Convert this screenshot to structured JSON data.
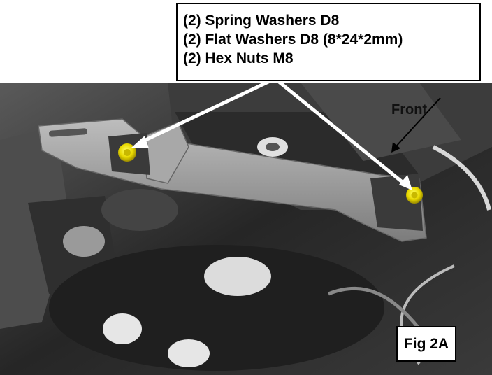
{
  "callout": {
    "lines": [
      "(2) Spring Washers D8",
      "(2) Flat Washers D8 (8*24*2mm)",
      "(2) Hex Nuts M8"
    ]
  },
  "front_label": "Front",
  "figure_label": "Fig 2A",
  "colors": {
    "callout_border": "#000000",
    "arrow": "#ffffff",
    "nut_highlight": "#f2e600"
  }
}
